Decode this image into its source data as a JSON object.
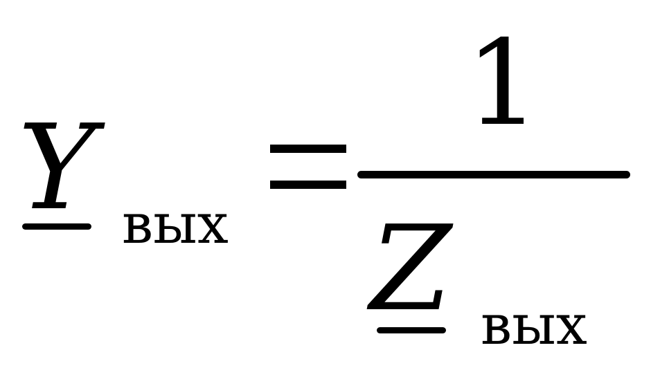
{
  "formula": {
    "lhs": {
      "symbol": "Y",
      "subscript": "вых"
    },
    "operator": "=",
    "rhs": {
      "numerator": "1",
      "denominator": {
        "symbol": "Z",
        "subscript": "вых"
      }
    }
  }
}
